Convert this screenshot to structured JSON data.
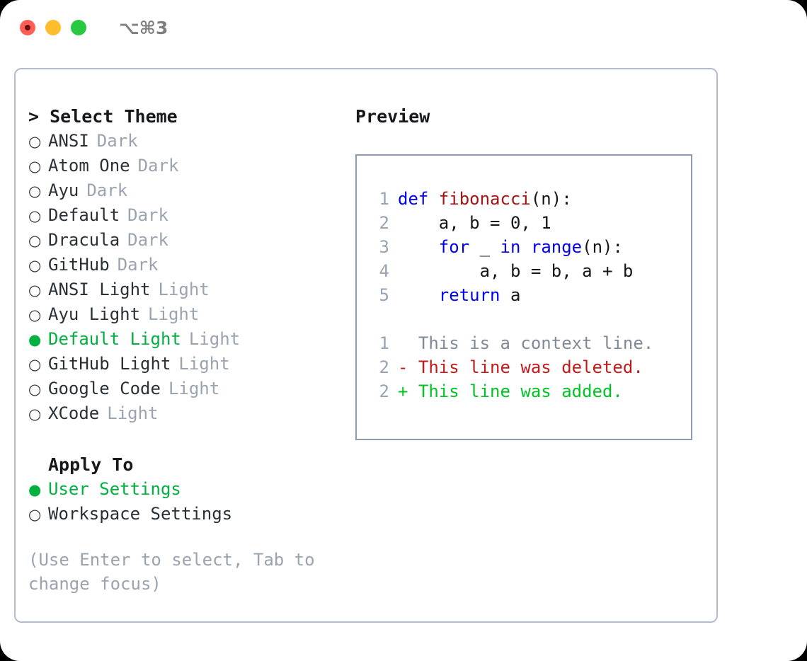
{
  "titlebar": {
    "shortcut": "⌥⌘3",
    "buttons": [
      "close",
      "minimize",
      "maximize"
    ]
  },
  "theme_picker": {
    "heading": "> Select Theme",
    "options": [
      {
        "marker": "○",
        "label": "ANSI",
        "badge": "Dark",
        "selected": false
      },
      {
        "marker": "○",
        "label": "Atom One",
        "badge": "Dark",
        "selected": false
      },
      {
        "marker": "○",
        "label": "Ayu",
        "badge": "Dark",
        "selected": false
      },
      {
        "marker": "○",
        "label": "Default",
        "badge": "Dark",
        "selected": false
      },
      {
        "marker": "○",
        "label": "Dracula",
        "badge": "Dark",
        "selected": false
      },
      {
        "marker": "○",
        "label": "GitHub",
        "badge": "Dark",
        "selected": false
      },
      {
        "marker": "○",
        "label": "ANSI Light",
        "badge": "Light",
        "selected": false
      },
      {
        "marker": "○",
        "label": "Ayu Light",
        "badge": "Light",
        "selected": false
      },
      {
        "marker": "●",
        "label": "Default Light",
        "badge": "Light",
        "selected": true
      },
      {
        "marker": "○",
        "label": "GitHub Light",
        "badge": "Light",
        "selected": false
      },
      {
        "marker": "○",
        "label": "Google Code",
        "badge": "Light",
        "selected": false
      },
      {
        "marker": "○",
        "label": "XCode",
        "badge": "Light",
        "selected": false
      }
    ]
  },
  "apply_to": {
    "heading": "Apply To",
    "options": [
      {
        "marker": "●",
        "label": "User Settings",
        "selected": true
      },
      {
        "marker": "○",
        "label": "Workspace Settings",
        "selected": false
      }
    ]
  },
  "hint": "(Use Enter to select, Tab to change focus)",
  "preview": {
    "title": "Preview",
    "code_lines": [
      {
        "num": "1",
        "tokens": [
          {
            "text": "def ",
            "kind": "kw"
          },
          {
            "text": "fibonacci",
            "kind": "fn"
          },
          {
            "text": "(n):",
            "kind": "txt"
          }
        ]
      },
      {
        "num": "2",
        "tokens": [
          {
            "text": "    a, b = 0, 1",
            "kind": "txt"
          }
        ]
      },
      {
        "num": "3",
        "tokens": [
          {
            "text": "    ",
            "kind": "txt"
          },
          {
            "text": "for",
            "kind": "kw"
          },
          {
            "text": " _ ",
            "kind": "txt"
          },
          {
            "text": "in",
            "kind": "kw"
          },
          {
            "text": " ",
            "kind": "txt"
          },
          {
            "text": "range",
            "kind": "kw"
          },
          {
            "text": "(n):",
            "kind": "txt"
          }
        ]
      },
      {
        "num": "4",
        "tokens": [
          {
            "text": "        a, b = b, a + b",
            "kind": "txt"
          }
        ]
      },
      {
        "num": "5",
        "tokens": [
          {
            "text": "    ",
            "kind": "txt"
          },
          {
            "text": "return",
            "kind": "kw"
          },
          {
            "text": " a",
            "kind": "txt"
          }
        ]
      }
    ],
    "diff_lines": [
      {
        "num": "1",
        "tokens": [
          {
            "text": "  This is a context line.",
            "kind": "ctx"
          }
        ]
      },
      {
        "num": "2",
        "tokens": [
          {
            "text": "- This line was deleted.",
            "kind": "del"
          }
        ]
      },
      {
        "num": "2",
        "tokens": [
          {
            "text": "+ This line was added.",
            "kind": "add"
          }
        ]
      }
    ]
  },
  "colors": {
    "accent_green": "#00b140",
    "diff_added": "#00c425",
    "diff_deleted": "#c41a1a",
    "keyword_blue": "#0000ee",
    "function_red": "#a31515",
    "muted_gray": "#9aa3b0",
    "border": "#b4bcc9",
    "preview_border": "#8f9bb0",
    "light_red": "#ff5f57",
    "light_yellow": "#ffbd2e",
    "light_green": "#28c840"
  }
}
